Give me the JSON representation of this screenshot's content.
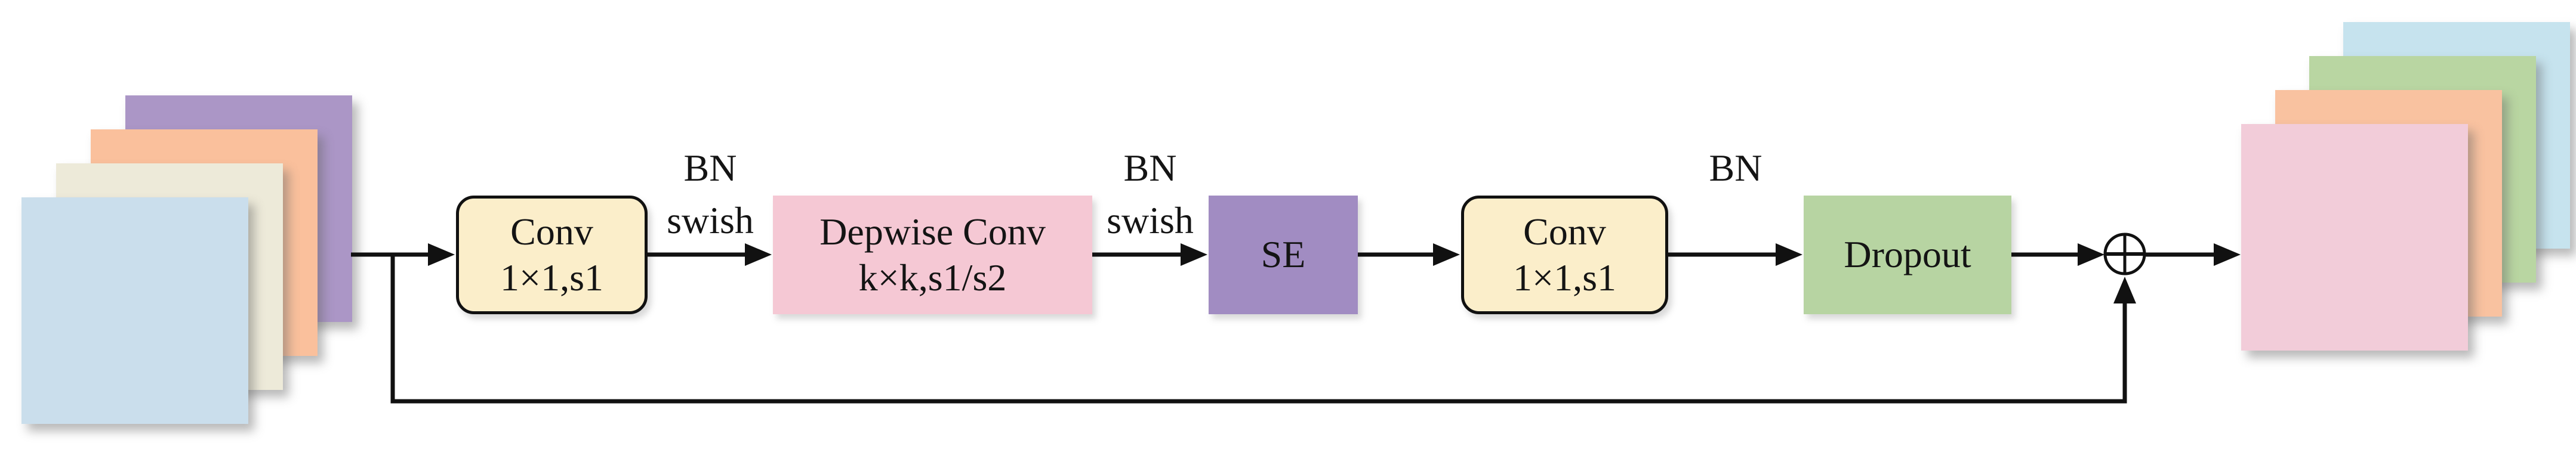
{
  "diagram": {
    "type": "neural-network-block-diagram",
    "background": "#ffffff",
    "line_color": "#111111",
    "input_stack": {
      "layers": [
        {
          "name": "purple-feature-map",
          "color": "#ab96c6"
        },
        {
          "name": "orange-feature-map",
          "color": "#fac09c"
        },
        {
          "name": "cream-feature-map",
          "color": "#edead9"
        },
        {
          "name": "blue-feature-map",
          "color": "#cadeec"
        }
      ]
    },
    "output_stack": {
      "layers": [
        {
          "name": "blue-feature-map",
          "color": "#c6e3ee"
        },
        {
          "name": "green-feature-map",
          "color": "#b9d6a2"
        },
        {
          "name": "orange-feature-map",
          "color": "#f9c2a0"
        },
        {
          "name": "pink-feature-map",
          "color": "#f2ccd9"
        }
      ]
    },
    "blocks": [
      {
        "id": "conv1",
        "line1": "Conv",
        "line2": "1×1,s1",
        "fill": "#fbeeca",
        "shape": "rounded-bordered"
      },
      {
        "id": "depthwise",
        "line1": "Depwise Conv",
        "line2": "k×k,s1/s2",
        "fill": "#f5c8d4",
        "shape": "plain"
      },
      {
        "id": "se",
        "line1": "SE",
        "line2": "",
        "fill": "#a18cc2",
        "shape": "plain"
      },
      {
        "id": "conv2",
        "line1": "Conv",
        "line2": "1×1,s1",
        "fill": "#fbeeca",
        "shape": "rounded-bordered"
      },
      {
        "id": "dropout",
        "line1": "Dropout",
        "line2": "",
        "fill": "#b7d4a2",
        "shape": "plain"
      }
    ],
    "edge_labels": [
      {
        "id": "after-conv1",
        "line1": "BN",
        "line2": "swish"
      },
      {
        "id": "after-depthwise",
        "line1": "BN",
        "line2": "swish"
      },
      {
        "id": "after-conv2",
        "line1": "BN",
        "line2": ""
      }
    ],
    "operator": {
      "symbol": "⊕",
      "meaning": "elementwise-add"
    }
  }
}
